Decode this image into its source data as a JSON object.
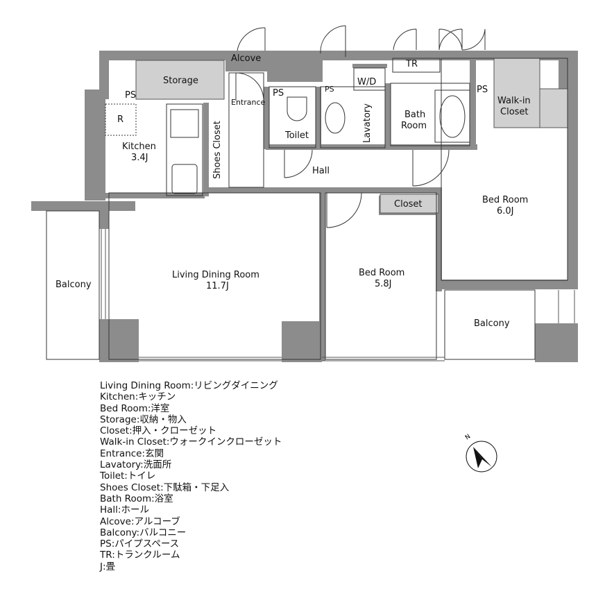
{
  "rooms": {
    "alcove": "Alcove",
    "storage": "Storage",
    "ps_kitchen": "PS",
    "refrigerator": "R",
    "kitchen": "Kitchen",
    "kitchen_size": "3.4J",
    "entrance": "Entrance",
    "shoes_closet": "Shoes Closet",
    "ps_toilet": "PS",
    "toilet": "Toilet",
    "ps_lavatory": "PS",
    "wd": "W/D",
    "lavatory": "Lavatory",
    "tr": "TR",
    "bath_room_1": "Bath",
    "bath_room_2": "Room",
    "ps_closet": "PS",
    "walkin_1": "Walk-in",
    "walkin_2": "Closet",
    "hall": "Hall",
    "closet": "Closet",
    "bed_room_1": "Bed Room",
    "bed_room_1_size": "6.0J",
    "living_dining": "Living Dining Room",
    "living_dining_size": "11.7J",
    "bed_room_2": "Bed Room",
    "bed_room_2_size": "5.8J",
    "balcony_left": "Balcony",
    "balcony_right": "Balcony"
  },
  "legend": [
    "Living Dining Room:リビングダイニング",
    "Kitchen:キッチン",
    "Bed Room:洋室",
    "Storage:収納・物入",
    "Closet:押入・クローゼット",
    "Walk-in Closet:ウォークインクローゼット",
    "Entrance:玄関",
    "Lavatory:洗面所",
    "Toilet:トイレ",
    "Shoes Closet:下駄箱・下足入",
    "Bath Room:浴室",
    "Hall:ホール",
    "Alcove:アルコーブ",
    "Balcony:バルコニー",
    "PS:パイプスペース",
    "TR:トランクルーム",
    "J:畳"
  ],
  "compass": {
    "label": "N",
    "icon": "north-arrow-icon"
  },
  "colors": {
    "wall": "#8c8c8c",
    "storage_fill": "#d0d0d0",
    "line": "#333333"
  }
}
